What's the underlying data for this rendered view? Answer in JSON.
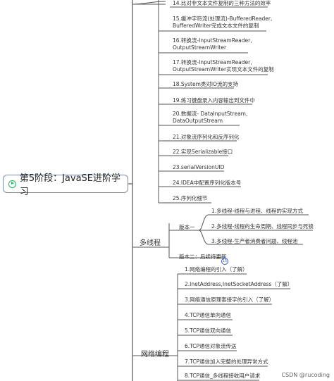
{
  "root": {
    "title": "第5阶段：JavaSE进阶学习"
  },
  "io_items": [
    "14.比对非文本文件复制的三种方法的效率",
    "15.缓冲字符流(处理流)-BufferedReader,\nBufferedWriter完成文本文件的复制",
    "16.转换流-InputStreamReader,\nOutputStreamWriter",
    "17.转换流-InputStreamReader,\nOutputStreamWriter实现文本文件的复制",
    "18.System类对IO流的支持",
    "19.练习键盘录入内容输出到文件中",
    "20.数据流- DataInputStream,\nDataOutputStream",
    "21.对象流序列化和反序列化",
    "22.实现Serializable接口",
    "23.serialVersionUID",
    "24.IDEA中配置序列化版本号",
    "25.序列化细节"
  ],
  "thread": {
    "label": "多线程",
    "v1_label": "版本一",
    "v1_items": [
      "1.多线程-线程与进程、线程的实现方式",
      "2.多线程-线程的生命周期、线程同步与死锁",
      "3.多线程-生产者消费者问题、线程池"
    ],
    "v2_label": "版本二：后续待更新",
    "badge": "15"
  },
  "network": {
    "label": "网络编程",
    "items": [
      "1.网络编程的引入（了解）",
      "2.InetAddress,InetSocketAddress（了解）",
      "3.网络通信原理套接字的引入（了解）",
      "4.TCP通信单向通信",
      "5.TCP通信双向通信",
      "6.TCP通信对象流传送",
      "7.TCP通信加入完整的处理异常方式",
      "8.TCP通信_多线程接收用户请求"
    ]
  },
  "watermark": "CSDN @rucoding"
}
